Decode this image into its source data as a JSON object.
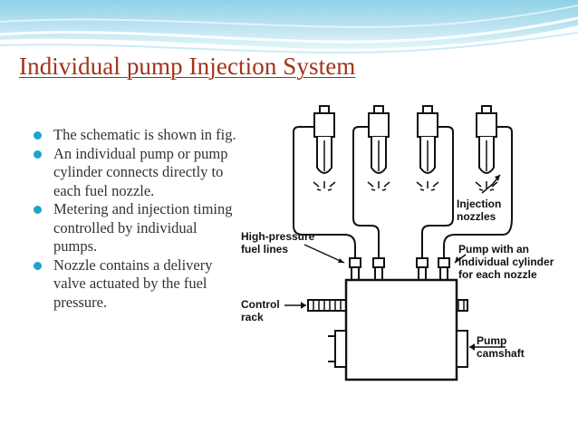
{
  "slide": {
    "title": "Individual pump Injection System",
    "bullets": [
      "The schematic is shown in fig.",
      "An individual pump or pump cylinder connects directly to each fuel nozzle.",
      "Metering and injection timing controlled by individual pumps.",
      "Nozzle contains a delivery valve actuated by the fuel pressure."
    ]
  },
  "diagram": {
    "labels": {
      "injection_nozzles_1": "Injection",
      "injection_nozzles_2": "nozzles",
      "high_pressure_1": "High-pressure",
      "high_pressure_2": "fuel lines",
      "pump_cyl_1": "Pump with an",
      "pump_cyl_2": "individual cylinder",
      "pump_cyl_3": "for each nozzle",
      "control_1": "Control",
      "control_2": "rack",
      "camshaft_1": "Pump",
      "camshaft_2": "camshaft"
    }
  },
  "colors": {
    "title": "#a3321a",
    "bullet": "#1ba6c9",
    "band_light": "#d9f1f8",
    "band_mid": "#9fd6e8",
    "body_text": "#333333"
  }
}
